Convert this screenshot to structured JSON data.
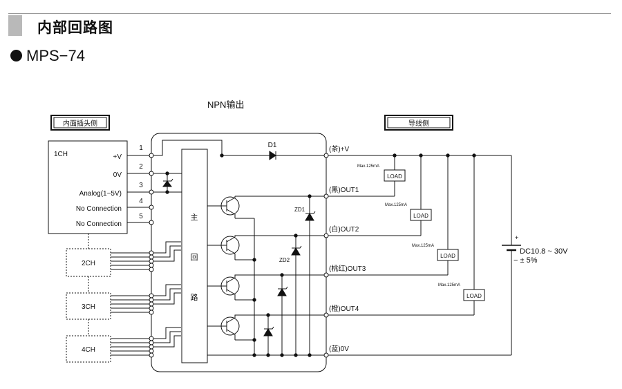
{
  "section_title": "内部回路图",
  "model": "MPS−74",
  "diagram": {
    "output_type": "NPN输出",
    "left_box_label": "内面插头侧",
    "right_box_label": "导线侧",
    "channel1": "1CH",
    "channels": [
      "2CH",
      "3CH",
      "4CH"
    ],
    "ch1_pins": [
      {
        "num": "1",
        "name": "+V"
      },
      {
        "num": "2",
        "name": "0V"
      },
      {
        "num": "3",
        "name": "Analog(1−5V)"
      },
      {
        "num": "4",
        "name": "No Connection"
      },
      {
        "num": "5",
        "name": "No Connection"
      }
    ],
    "main_circuit": [
      "主",
      "回",
      "路"
    ],
    "diode": "D1",
    "zener1": "ZD1",
    "zener2": "ZD2",
    "wires": [
      "(茶)+V",
      "(黑)OUT1",
      "(白)OUT2",
      "(桃红)OUT3",
      "(橙)OUT4",
      "(蓝)0V"
    ],
    "load_label": "LOAD",
    "max_current": "Max.125mA",
    "supply_plus": "+",
    "supply_voltage": "DC10.8 ~ 30V",
    "supply_tolerance": "− ± 5%"
  }
}
